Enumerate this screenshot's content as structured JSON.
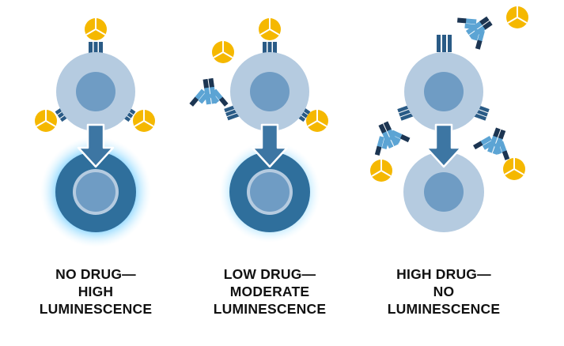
{
  "panels": [
    {
      "id": "no-drug",
      "label_lines": [
        "NO DRUG—",
        "HIGH",
        "LUMINESCENCE"
      ],
      "luminescence": "high"
    },
    {
      "id": "low-drug",
      "label_lines": [
        "LOW DRUG—",
        "MODERATE",
        "LUMINESCENCE"
      ],
      "luminescence": "moderate"
    },
    {
      "id": "high-drug",
      "label_lines": [
        "HIGH DRUG—",
        "NO",
        "LUMINESCENCE"
      ],
      "luminescence": "none"
    }
  ],
  "colors": {
    "cell_light": "#b5cbe0",
    "cell_nucleus_light": "#6f9cc4",
    "cell_dark": "#2f6f9c",
    "cell_ring_dark": "#3b78a5",
    "arrow": "#3d76a3",
    "receptor": "#2a5b86",
    "ligand": "#f5b800",
    "ligand_lines": "#ffffff",
    "antibody_light": "#5ca4d4",
    "antibody_dark": "#1c3552",
    "glow": "#8fd8ff"
  },
  "icons": {
    "ligand": "ligand-hexagon-icon",
    "antibody": "antibody-icon",
    "receptor": "receptor-icon",
    "arrow": "down-arrow-icon"
  }
}
